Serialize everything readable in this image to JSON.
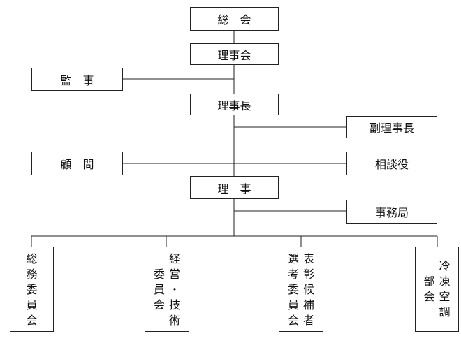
{
  "org": {
    "general_meeting": "総　会",
    "board": "理事会",
    "auditor": "監　事",
    "chairman": "理事長",
    "vice_chairman": "副理事長",
    "advisor": "顧　問",
    "counselor": "相談役",
    "directors": "理　事",
    "secretariat": "事務局",
    "committees": [
      {
        "name": "総務委員会",
        "columns": [
          "総務委員会"
        ]
      },
      {
        "name": "経営・技術委員会",
        "columns": [
          "経営・技術",
          "委員会"
        ]
      },
      {
        "name": "表彰候補者選考委員会",
        "columns": [
          "表彰候補者",
          "選考委員会"
        ]
      },
      {
        "name": "冷凍空調部会",
        "columns": [
          "冷凍空調",
          "部会"
        ]
      }
    ]
  },
  "style": {
    "line_color": "#222222",
    "box_border": "#222222"
  }
}
